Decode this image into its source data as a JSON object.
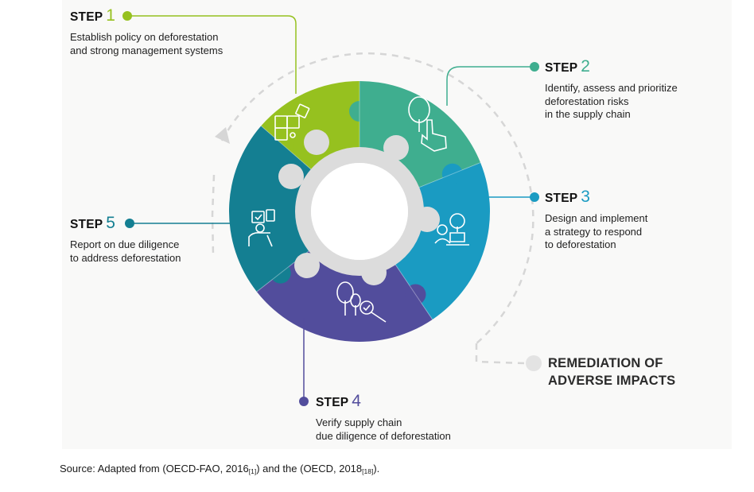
{
  "steps": [
    {
      "word": "STEP",
      "number": "1",
      "color": "#96c11f",
      "lines": [
        "Establish policy on deforestation",
        "and strong management systems"
      ]
    },
    {
      "word": "STEP",
      "number": "2",
      "color": "#3fae8f",
      "lines": [
        "Identify, assess and prioritize",
        "deforestation risks",
        "in the supply chain"
      ]
    },
    {
      "word": "STEP",
      "number": "3",
      "color": "#1a9bc2",
      "lines": [
        "Design and implement",
        "a strategy to respond",
        "to deforestation"
      ]
    },
    {
      "word": "STEP",
      "number": "4",
      "color": "#524d9c",
      "lines": [
        "Verify supply chain",
        "due diligence of deforestation"
      ]
    },
    {
      "word": "STEP",
      "number": "5",
      "color": "#147f92",
      "lines": [
        "Report on due diligence",
        "to address deforestation"
      ]
    }
  ],
  "remediation": {
    "lines": [
      "REMEDIATION OF",
      "ADVERSE IMPACTS"
    ],
    "color": "#e3e3e3"
  },
  "source": {
    "prefix": "Source: Adapted from (OECD-FAO, 2016",
    "ref1": "[1]",
    "middle": ") and the (OECD, 2018",
    "ref2": "[18]",
    "suffix": ")."
  },
  "icons": [
    "puzzle-icon",
    "tree-touch-icon",
    "person-laptop-icon",
    "tree-magnifier-icon",
    "report-icon"
  ]
}
